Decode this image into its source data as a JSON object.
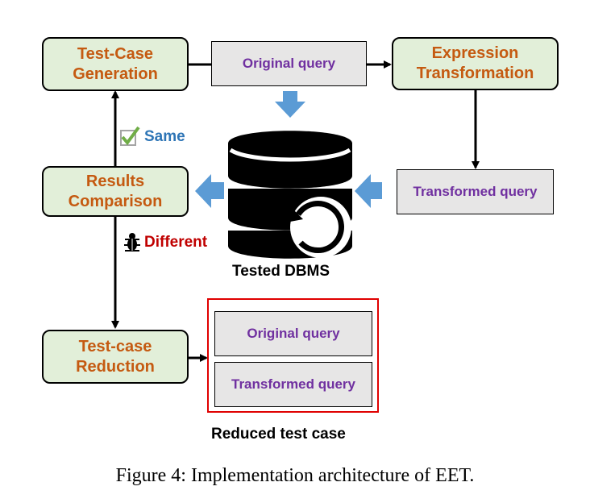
{
  "nodes": {
    "test_case_generation": "Test-Case\nGeneration",
    "expression_transformation": "Expression\nTransformation",
    "results_comparison": "Results\nComparison",
    "test_case_reduction": "Test-case\nReduction",
    "original_query": "Original query",
    "transformed_query": "Transformed query",
    "tested_dbms": "Tested DBMS"
  },
  "reduced": {
    "original_query": "Original query",
    "transformed_query": "Transformed query",
    "label": "Reduced test case"
  },
  "edges": {
    "same": "Same",
    "different": "Different"
  },
  "caption": "Figure 4: Implementation architecture of EET.",
  "colors": {
    "process_fill": "#e2efd9",
    "process_text": "#c55a11",
    "query_fill": "#e7e6e6",
    "query_text": "#7030a0",
    "flow_arrow": "#5b9bd5",
    "same_text": "#2e75b6",
    "different_text": "#c00000",
    "reduced_border": "#e00000"
  },
  "icons": [
    "checkbox-check-icon",
    "bug-icon",
    "database-icon",
    "refresh-icon"
  ]
}
